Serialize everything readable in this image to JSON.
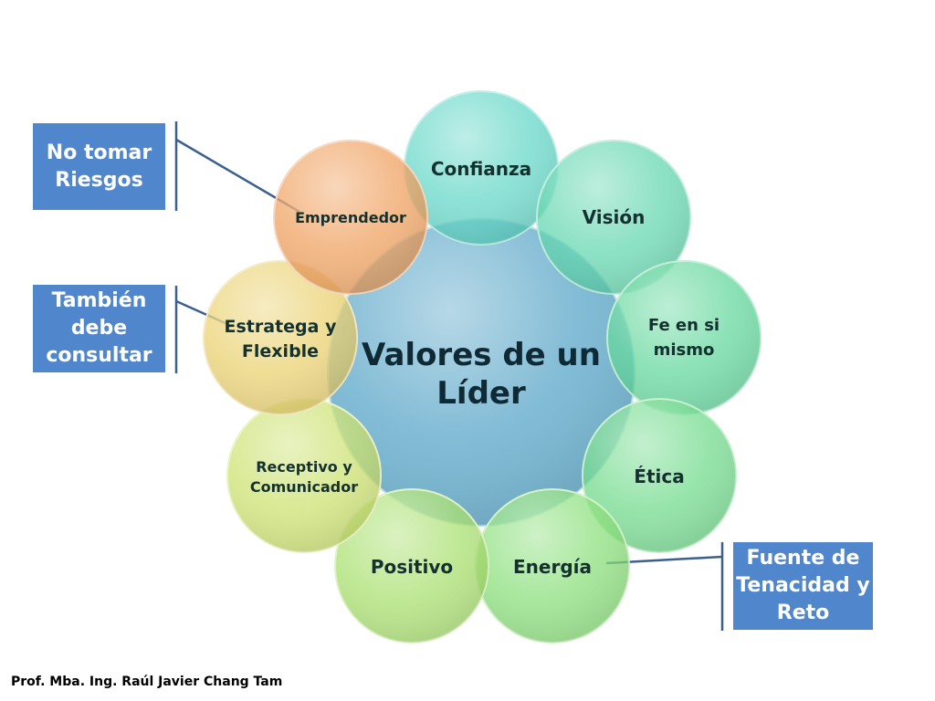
{
  "diagram": {
    "center": {
      "line1": "Valores de un",
      "line2": "Líder",
      "color": "#5aa6c8"
    },
    "nodes": [
      {
        "id": "confianza",
        "line1": "Confianza",
        "line2": "",
        "color": "#5fd6c6"
      },
      {
        "id": "vision",
        "line1": "Visión",
        "line2": "",
        "color": "#5fd6ae"
      },
      {
        "id": "fe",
        "line1": "Fe en si",
        "line2": "mismo",
        "color": "#5ed59a"
      },
      {
        "id": "etica",
        "line1": "Ética",
        "line2": "",
        "color": "#6dd98a"
      },
      {
        "id": "energia",
        "line1": "Energía",
        "line2": "",
        "color": "#86dd76"
      },
      {
        "id": "positivo",
        "line1": "Positivo",
        "line2": "",
        "color": "#a6df6a"
      },
      {
        "id": "receptivo",
        "line1": "Receptivo y",
        "line2": "Comunicador",
        "color": "#c9e06a"
      },
      {
        "id": "estratega",
        "line1": "Estratega y",
        "line2": "Flexible",
        "color": "#e9d06c"
      },
      {
        "id": "emprendedor",
        "line1": "Emprendedor",
        "line2": "",
        "color": "#ef9e5a"
      }
    ]
  },
  "callouts": {
    "no_tomar": "No tomar\nRiesgos",
    "tambien": "También\ndebe\nconsultar",
    "fuente": "Fuente de\nTenacidad y\nReto"
  },
  "footer": "Prof. Mba. Ing. Raúl Javier Chang Tam",
  "colors": {
    "callout": "#4f86cc",
    "connector": "#3b5f8f"
  }
}
